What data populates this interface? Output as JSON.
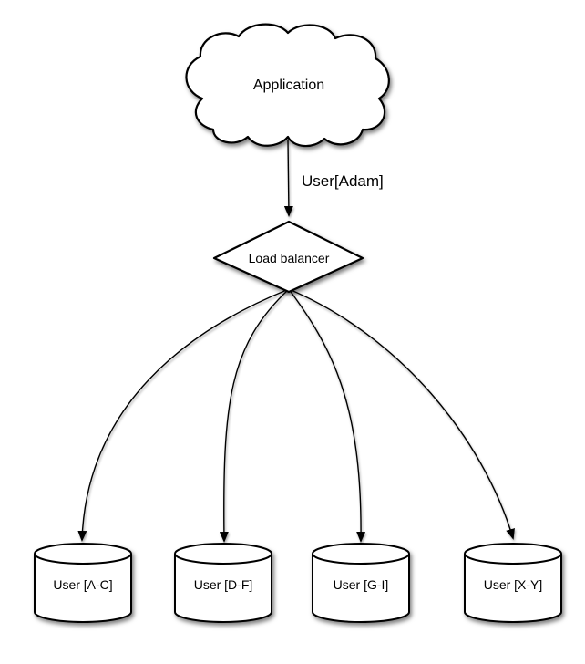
{
  "diagram": {
    "background": "#ffffff",
    "colors": {
      "stroke": "#000000",
      "fill": "#ffffff",
      "text": "#000000"
    },
    "nodes": {
      "application": {
        "shape": "cloud",
        "label": "Application"
      },
      "load_balancer": {
        "shape": "diamond",
        "label": "Load balancer"
      },
      "shards": [
        {
          "shape": "database-cylinder",
          "label": "User [A-C]"
        },
        {
          "shape": "database-cylinder",
          "label": "User [D-F]"
        },
        {
          "shape": "database-cylinder",
          "label": "User [G-I]"
        },
        {
          "shape": "database-cylinder",
          "label": "User [X-Y]"
        }
      ]
    },
    "edges": {
      "request": {
        "from": "application",
        "to": "load_balancer",
        "label": "User[Adam]"
      },
      "routes": [
        {
          "from": "load_balancer",
          "to": "User [A-C]"
        },
        {
          "from": "load_balancer",
          "to": "User [D-F]"
        },
        {
          "from": "load_balancer",
          "to": "User [G-I]"
        },
        {
          "from": "load_balancer",
          "to": "User [X-Y]"
        }
      ]
    }
  }
}
